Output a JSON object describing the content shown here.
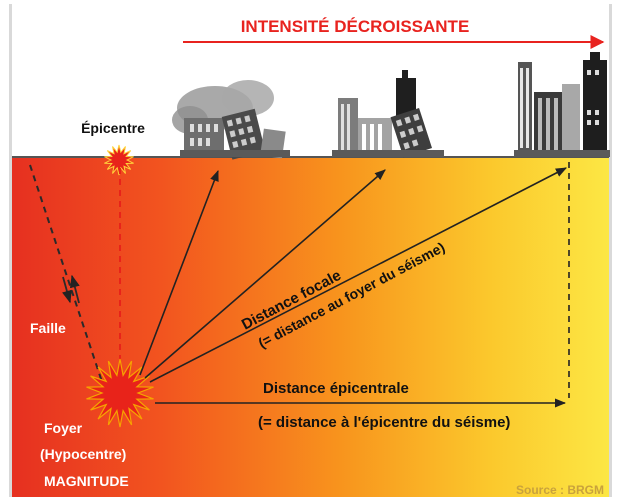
{
  "title": "INTENSITÉ DÉCROISSANTE",
  "epicentre_label": "Épicentre",
  "fault_label": "Faille",
  "focus_lines": [
    "Foyer",
    "(Hypocentre)",
    "MAGNITUDE"
  ],
  "focal_distance": {
    "line1": "Distance focale",
    "line2": "(= distance au foyer du séisme)"
  },
  "epicentral_distance": {
    "line1": "Distance épicentrale",
    "line2": "(= distance à l'épicentre du séisme)"
  },
  "source": "Source : BRGM",
  "colors": {
    "title": "#e8231f",
    "ground_left": "#e8321e",
    "ground_mid": "#f8961c",
    "ground_right": "#fbe640",
    "star": "#e8231a",
    "label_white": "#ffffff",
    "line": "#222222",
    "source": "#c9a23c"
  }
}
